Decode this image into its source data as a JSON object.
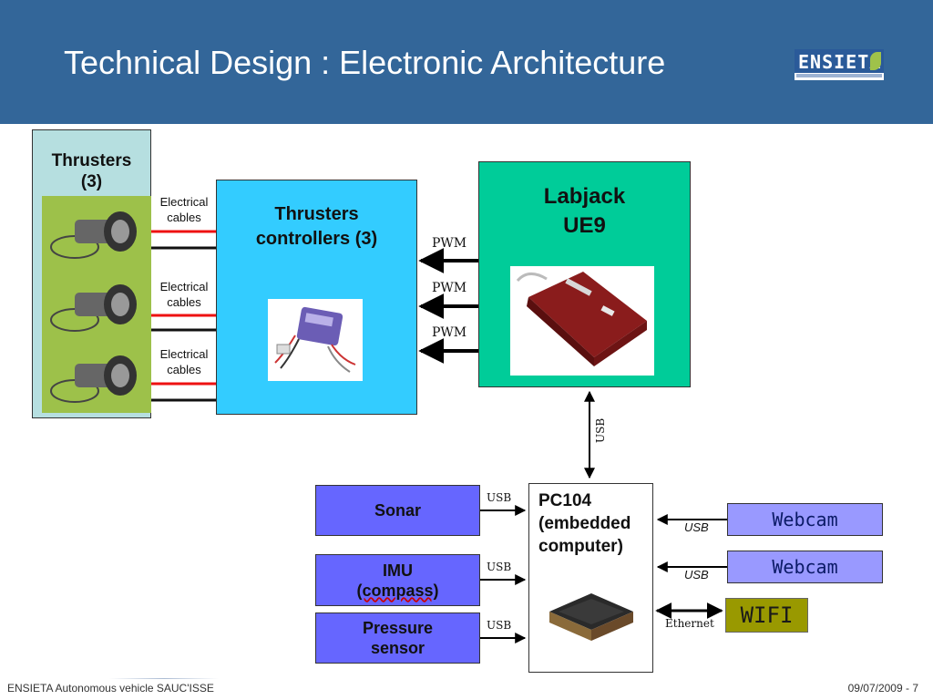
{
  "slide": {
    "title": "Technical Design : Electronic Architecture",
    "logo_text": "ENSIETA"
  },
  "blocks": {
    "thrusters": "Thrusters\n(3)",
    "controllers": "Thrusters\ncontrollers (3)",
    "labjack": "Labjack\nUE9",
    "pc104": "PC104\n(embedded\ncomputer)",
    "sonar": "Sonar",
    "imu_line1": "IMU",
    "imu_line2": "(compass)",
    "pressure_line1": "Pressure",
    "pressure_line2": "sensor",
    "webcam1": "Webcam",
    "webcam2": "Webcam",
    "wifi": "WIFI"
  },
  "links": {
    "electrical_cables": [
      "Electrical\ncables",
      "Electrical\ncables",
      "Electrical\ncables"
    ],
    "pwm": [
      "PWM",
      "PWM",
      "PWM"
    ],
    "usb_labjack": "USB",
    "usb_sonar": "USB",
    "usb_imu": "USB",
    "usb_pressure": "USB",
    "usb_webcam1": "USB",
    "usb_webcam2": "USB",
    "ethernet": "Ethernet"
  },
  "footer": {
    "left": "ENSIETA Autonomous vehicle SAUC'ISSE",
    "right": "09/07/2009 - 7"
  },
  "colors": {
    "header": "#336699",
    "thrusters_bg": "#b6dfe0",
    "controllers_bg": "#33ccff",
    "labjack_bg": "#00cc99",
    "sensor_bg": "#6666ff",
    "webcam_bg": "#9999ff",
    "wifi_bg": "#999900",
    "cable_red": "#ee1111"
  }
}
